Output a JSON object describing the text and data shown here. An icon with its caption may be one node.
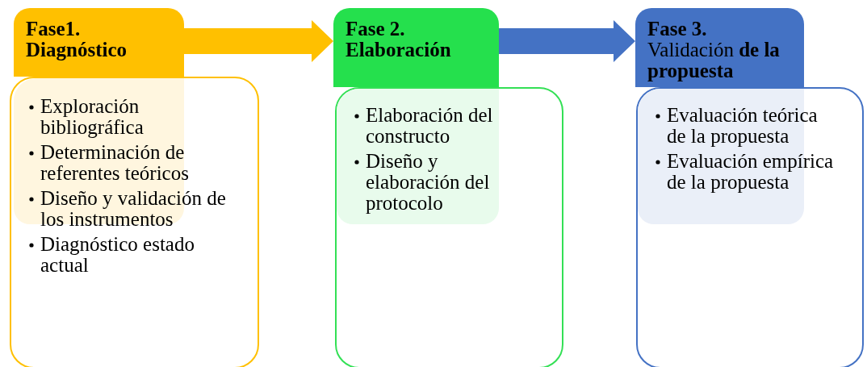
{
  "diagram": {
    "nodes": [
      {
        "text": [
          "Fase1. Diagnóstico"
        ]
      },
      {
        "text": [
          "Exploración bibliográfica",
          "Determinación de referentes teóricos",
          "Diseño y validación de los instrumentos",
          "Diagnóstico estado actual"
        ]
      },
      {
        "text": [
          "Fase 2. Elaboración"
        ]
      },
      {
        "text": [
          "Elaboración del constructo",
          "Diseño y elaboración del protocolo"
        ]
      },
      {
        "text": [
          "**Fase 3.** Validación **de la propuesta**"
        ]
      },
      {
        "text": [
          "Evaluación teórica de la propuesta",
          "Evaluación empírica de la propuesta"
        ]
      }
    ],
    "edges": [
      {
        "from": 0,
        "to": 2,
        "arrow": "to",
        "color": "#ffc000"
      },
      {
        "from": 2,
        "to": 4,
        "arrow": "to",
        "color": "#4472c4"
      }
    ]
  }
}
